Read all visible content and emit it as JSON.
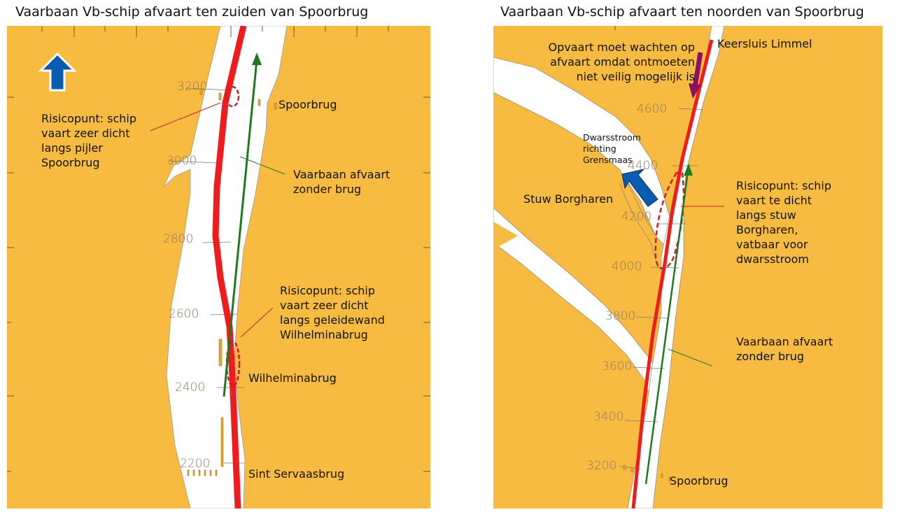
{
  "left_map": {
    "title": "Vaarbaan Vb-schip afvaart ten zuiden van Spoorbrug",
    "labels": {
      "spoorbrug": "Spoorbrug",
      "wilhelminabrug": "Wilhelminabrug",
      "sint_servaasbrug": "Sint Servaasbrug",
      "risk1": [
        "Risicopunt: schip",
        "vaart zeer dicht",
        "langs pijler",
        "Spoorbrug"
      ],
      "risk2": [
        "Risicopunt: schip",
        "vaart zeer dicht",
        "langs geleidewand",
        "Wilhelminabrug"
      ],
      "route": [
        "Vaarbaan afvaart",
        "zonder brug"
      ]
    },
    "km_markers": [
      "3200",
      "3000",
      "2800",
      "2600",
      "2400",
      "2200"
    ],
    "icons": {
      "north_arrow": "blue-arrow-up-icon"
    }
  },
  "right_map": {
    "title": "Vaarbaan Vb-schip afvaart ten noorden van Spoorbrug",
    "labels": {
      "keersluis": "Keersluis Limmel",
      "wait": [
        "Opvaart moet wachten op",
        "afvaart omdat ontmoeten",
        "niet veilig mogelijk is"
      ],
      "current": [
        "Dwarsstroom",
        "richting",
        "Grensmaas"
      ],
      "stuw": "Stuw Borgharen",
      "risk": [
        "Risicopunt: schip",
        "vaart te dicht",
        "langs stuw",
        "Borgharen,",
        "vatbaar voor",
        "dwarsstroom"
      ],
      "route": [
        "Vaarbaan afvaart",
        "zonder brug"
      ],
      "spoorbrug": "Spoorbrug"
    },
    "km_markers": [
      "4600",
      "4400",
      "4200",
      "4000",
      "3800",
      "3600",
      "3400",
      "3200"
    ],
    "icons": {
      "current_arrow": "blue-arrow-northwest-icon",
      "wait_arrow": "purple-arrow-down-icon"
    }
  },
  "colors": {
    "land": "#f8bb42",
    "water": "#ffffff",
    "ship_track": "#ee1c1c",
    "route_line": "#1f7a1f",
    "risk_circle": "#c8202a",
    "arrow_blue": "#0a5cb0",
    "arrow_purple": "#8a1060"
  }
}
